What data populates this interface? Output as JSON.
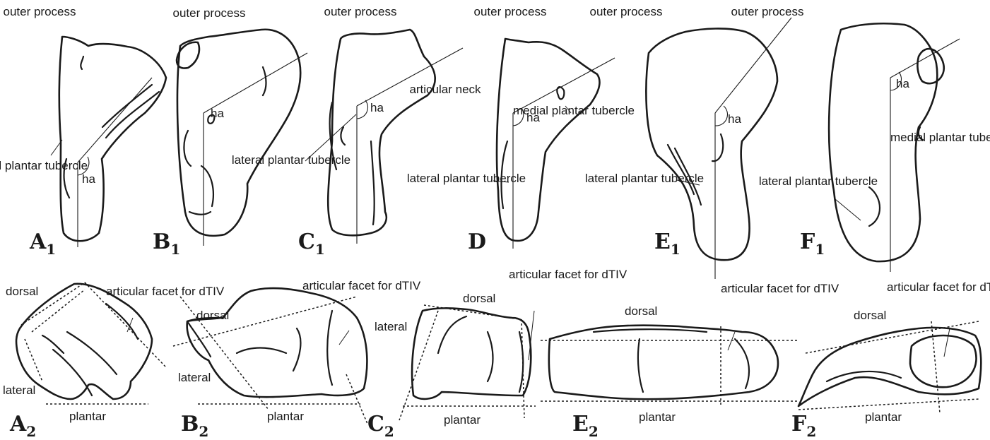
{
  "labels": {
    "outer_process": "outer process",
    "ha": "ha",
    "lateral_plantar_tubercle": "lateral plantar tubercle",
    "medial_plantar_tubercle": "medial plantar tubercle",
    "articular_neck": "articular neck",
    "articular_facet": "articular facet for dTIV",
    "dorsal": "dorsal",
    "lateral": "lateral",
    "plantar": "plantar"
  },
  "panels": {
    "A1": {
      "letter": "A",
      "sub": "1"
    },
    "B1": {
      "letter": "B",
      "sub": "1"
    },
    "C1": {
      "letter": "C",
      "sub": "1"
    },
    "D": {
      "letter": "D",
      "sub": ""
    },
    "E1": {
      "letter": "E",
      "sub": "1"
    },
    "F1": {
      "letter": "F",
      "sub": "1"
    },
    "A2": {
      "letter": "A",
      "sub": "2"
    },
    "B2": {
      "letter": "B",
      "sub": "2"
    },
    "C2": {
      "letter": "C",
      "sub": "2"
    },
    "E2": {
      "letter": "E",
      "sub": "2"
    },
    "F2": {
      "letter": "F",
      "sub": "2"
    }
  }
}
